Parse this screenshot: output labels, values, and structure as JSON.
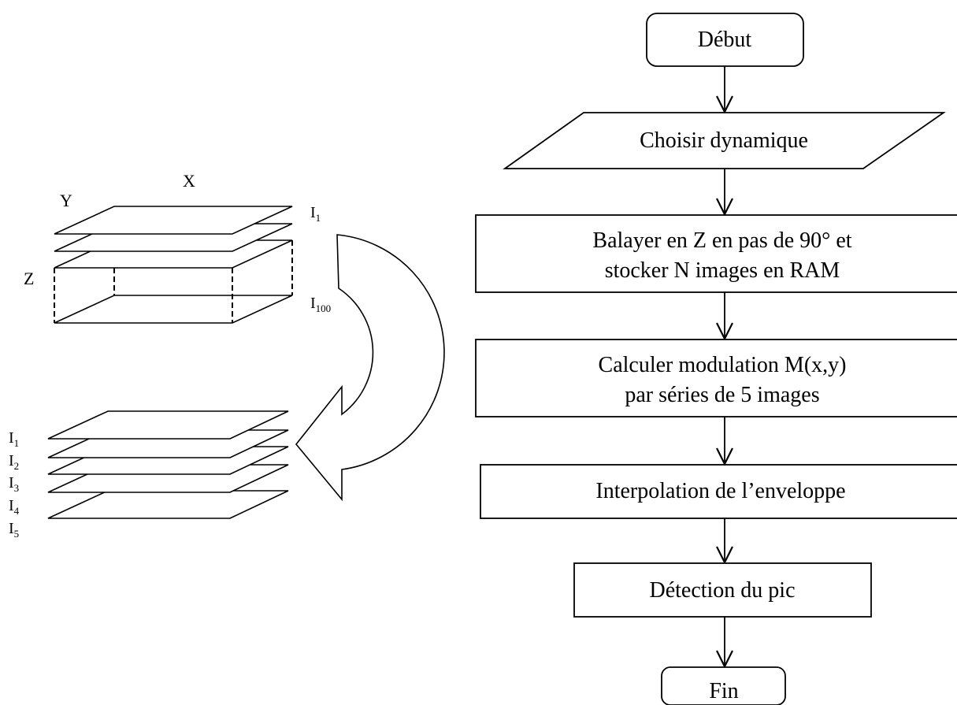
{
  "flowchart": {
    "nodes": [
      {
        "id": "start",
        "shape": "rounded",
        "lines": [
          "Début"
        ]
      },
      {
        "id": "choose",
        "shape": "parallelogram",
        "lines": [
          "Choisir dynamique"
        ]
      },
      {
        "id": "scan",
        "shape": "rect",
        "lines": [
          "Balayer en Z en pas de 90° et",
          "stocker N images en RAM"
        ]
      },
      {
        "id": "compute",
        "shape": "rect",
        "lines": [
          "Calculer modulation M(x,y)",
          "par séries de 5 images"
        ]
      },
      {
        "id": "interp",
        "shape": "rect",
        "lines": [
          "Interpolation de l’enveloppe"
        ]
      },
      {
        "id": "detect",
        "shape": "rect",
        "lines": [
          "Détection du pic"
        ]
      },
      {
        "id": "end",
        "shape": "rounded",
        "lines": [
          "Fin"
        ]
      }
    ],
    "edges": [
      [
        "start",
        "choose"
      ],
      [
        "choose",
        "scan"
      ],
      [
        "scan",
        "compute"
      ],
      [
        "compute",
        "interp"
      ],
      [
        "interp",
        "detect"
      ],
      [
        "detect",
        "end"
      ]
    ]
  },
  "stack_diagram": {
    "axes": {
      "x": "X",
      "y": "Y",
      "z": "Z"
    },
    "top_labels": [
      {
        "main": "I",
        "sub": "1"
      },
      {
        "main": "I",
        "sub": "100"
      }
    ],
    "bottom_labels": [
      {
        "main": "I",
        "sub": "1"
      },
      {
        "main": "I",
        "sub": "2"
      },
      {
        "main": "I",
        "sub": "3"
      },
      {
        "main": "I",
        "sub": "4"
      },
      {
        "main": "I",
        "sub": "5"
      }
    ]
  }
}
